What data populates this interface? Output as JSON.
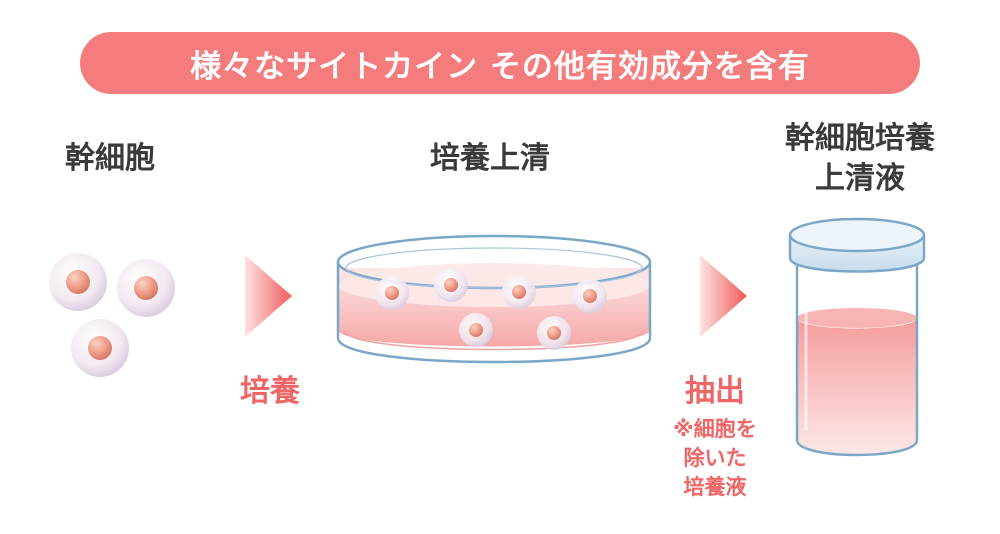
{
  "banner": {
    "text": "様々なサイトカイン その他有効成分を含有"
  },
  "stages": {
    "cells": "幹細胞",
    "supernatant": "培養上清",
    "final_line1": "幹細胞培養",
    "final_line2": "上清液"
  },
  "steps": {
    "culture": "培養",
    "extract": "抽出"
  },
  "note": {
    "line1": "※細胞を",
    "line2": "除いた",
    "line3": "培養液"
  },
  "colors": {
    "accent": "#f47c7c",
    "step_text": "#f06565",
    "label_text": "#3a3a3a",
    "container_outline": "#7ba7c7",
    "liquid": "#f7b8b8"
  }
}
